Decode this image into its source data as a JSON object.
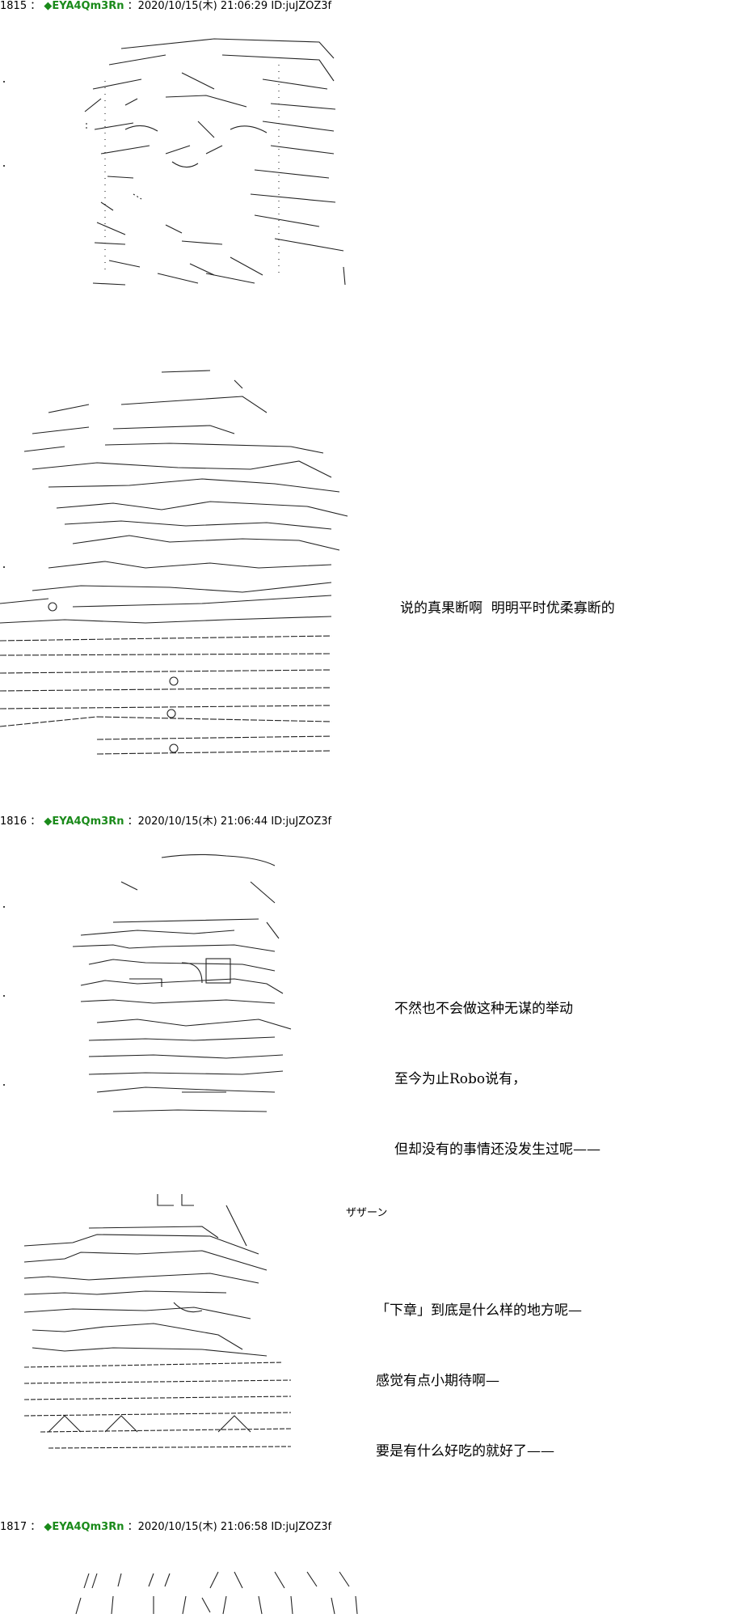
{
  "posts": [
    {
      "number": "1815",
      "separator": "：",
      "trip_mark": "◆",
      "name": "EYA4Qm3Rn",
      "date": "：2020/10/15(木) 21:06:29 ID:juJZOZ3f",
      "images": [
        {
          "alt": "ASCII art character portrait"
        },
        {
          "alt": "ASCII art character with hat"
        }
      ],
      "dialogue": [
        "说的真果断啊  明明平时优柔寡断的"
      ]
    },
    {
      "number": "1816",
      "separator": "：",
      "trip_mark": "◆",
      "name": "EYA4Qm3Rn",
      "date": "：2020/10/15(木) 21:06:44 ID:juJZOZ3f",
      "dialogue_1": [
        "不然也不会做这种无谋的举动",
        "至今为止Robo说有，",
        "但却没有的事情还没发生过呢——"
      ],
      "sfx": "ザザーン",
      "dialogue_2": [
        "「下章」到底是什么样的地方呢—",
        "感觉有点小期待啊—",
        "要是有什么好吃的就好了——"
      ]
    },
    {
      "number": "1817",
      "separator": "：",
      "trip_mark": "◆",
      "name": "EYA4Qm3Rn",
      "date": "：2020/10/15(木) 21:06:58 ID:juJZOZ3f"
    }
  ]
}
